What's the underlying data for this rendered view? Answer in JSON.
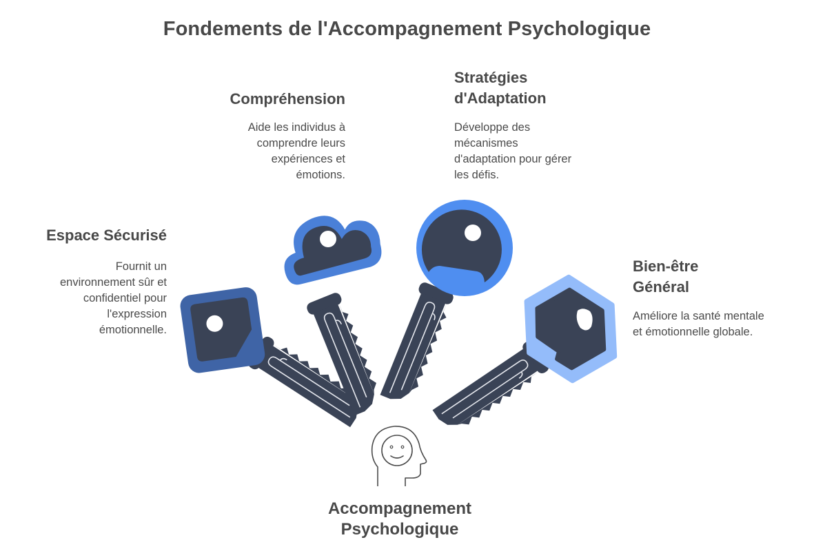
{
  "title": "Fondements de l'Accompagnement Psychologique",
  "center": {
    "label_line1": "Accompagnement",
    "label_line2": "Psychologique",
    "icon": "head-smile-icon"
  },
  "items": [
    {
      "heading_lines": [
        "Espace Sécurisé"
      ],
      "description_lines": [
        "Fournit un",
        "environnement sûr et",
        "confidentiel pour",
        "l'expression",
        "émotionnelle."
      ],
      "icon": "square-key-icon",
      "ring_color": "#3f64a6"
    },
    {
      "heading_lines": [
        "Compréhension"
      ],
      "description_lines": [
        "Aide les individus à",
        "comprendre leurs",
        "expériences et",
        "émotions."
      ],
      "icon": "cloud-key-icon",
      "ring_color": "#4a80d8"
    },
    {
      "heading_lines": [
        "Stratégies",
        "d'Adaptation"
      ],
      "description_lines": [
        "Développe des",
        "mécanismes",
        "d'adaptation pour gérer",
        "les défis."
      ],
      "icon": "round-key-icon",
      "ring_color": "#4f8ef0"
    },
    {
      "heading_lines": [
        "Bien-être",
        "Général"
      ],
      "description_lines": [
        "Améliore la santé mentale",
        "et émotionnelle globale."
      ],
      "icon": "hexagon-key-icon",
      "ring_color": "#94bcfa"
    }
  ],
  "colors": {
    "key_body": "#3a4356",
    "text": "#484848"
  }
}
